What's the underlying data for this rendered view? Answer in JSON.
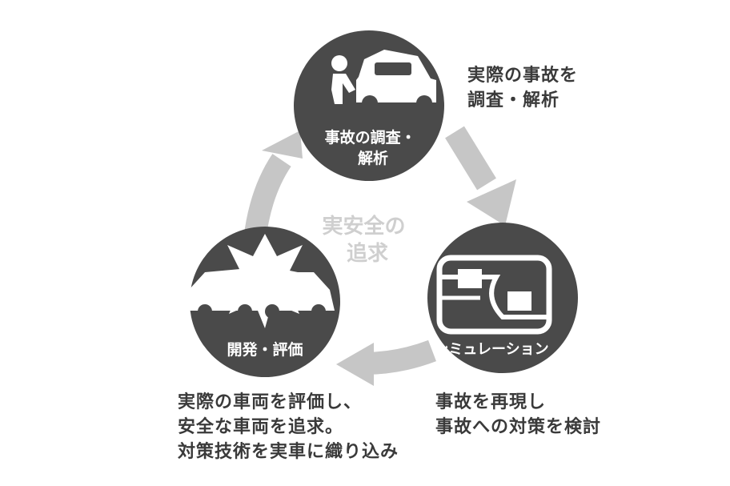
{
  "center_label": [
    "実安全の",
    "追求"
  ],
  "nodes": [
    {
      "id": "accident-investigation",
      "label": [
        "事故の調査・",
        "解析"
      ],
      "icon": "car-inspection-icon",
      "caption": [
        "実際の事故を",
        "調査・解析"
      ]
    },
    {
      "id": "simulation",
      "label": [
        "シミュレーション"
      ],
      "icon": "road-simulation-icon",
      "caption": [
        "事故を再現し",
        "事故への対策を検討"
      ]
    },
    {
      "id": "development-evaluation",
      "label": [
        "開発・評価"
      ],
      "icon": "car-crash-icon",
      "caption": [
        "実際の車両を評価し、",
        "安全な車両を追求。",
        "対策技術を実車に織り込み"
      ]
    }
  ],
  "colors": {
    "circle": "#4a4a4a",
    "arrow": "#c6c6c6",
    "center_text": "#cfcfcf",
    "text": "#3a3a3a",
    "icon": "#ffffff"
  }
}
